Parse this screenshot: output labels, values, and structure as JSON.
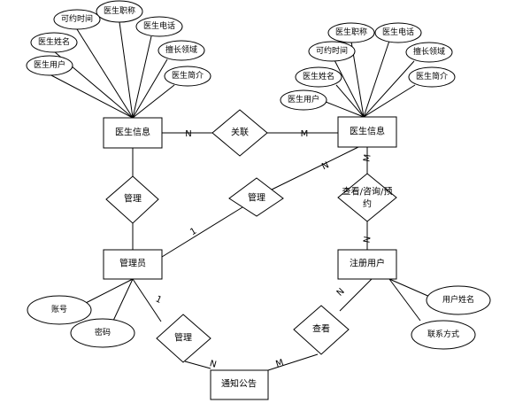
{
  "entities": {
    "doctor_info_left": "医生信息",
    "doctor_info_right": "医生信息",
    "admin": "管理员",
    "registered_user": "注册用户",
    "notice": "通知公告"
  },
  "relationships": {
    "related": "关联",
    "manage_left": "管理",
    "manage_mid": "管理",
    "manage_bottom": "管理",
    "view_consult_book_line1": "查看/咨询/预",
    "view_consult_book_line2": "约",
    "view": "查看"
  },
  "attributes": {
    "left_title": "医生职称",
    "left_time": "可约时间",
    "left_phone": "医生电话",
    "left_name": "医生姓名",
    "left_field": "擅长领域",
    "left_user": "医生用户",
    "left_intro": "医生简介",
    "right_title": "医生职称",
    "right_phone": "医生电话",
    "right_time": "可约时间",
    "right_field": "擅长领域",
    "right_name": "医生姓名",
    "right_intro": "医生简介",
    "right_user": "医生用户",
    "admin_account": "账号",
    "admin_password": "密码",
    "user_name": "用户姓名",
    "user_contact": "联系方式"
  },
  "cardinalities": {
    "related_left": "N",
    "related_right": "M",
    "right_doctor_to_admin": "N",
    "admin_to_manage": "1",
    "right_doctor_to_view": "M",
    "user_to_view": "N",
    "admin_to_notice": "1",
    "notice_from_admin": "N",
    "notice_from_user": "M",
    "user_to_notice_view": "N"
  }
}
